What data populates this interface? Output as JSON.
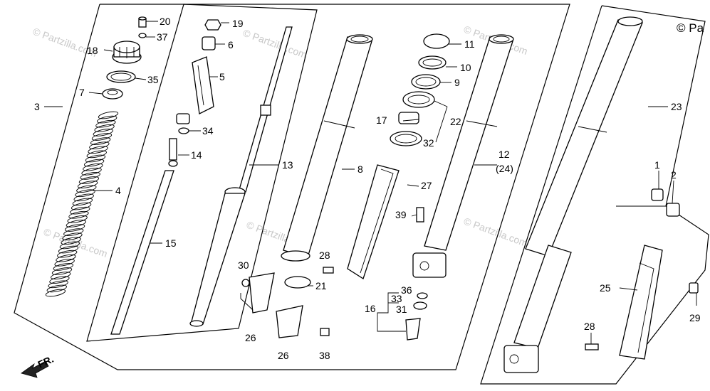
{
  "diagram": {
    "callouts": {
      "c1": "1",
      "c2": "2",
      "c3": "3",
      "c4": "4",
      "c5": "5",
      "c6": "6",
      "c7": "7",
      "c8": "8",
      "c9": "9",
      "c10": "10",
      "c11": "11",
      "c12": "12",
      "c12b": "(24)",
      "c13": "13",
      "c14": "14",
      "c15": "15",
      "c16": "16",
      "c17": "17",
      "c18": "18",
      "c19": "19",
      "c20": "20",
      "c21": "21",
      "c22": "22",
      "c23": "23",
      "c25": "25",
      "c26a": "26",
      "c26b": "26",
      "c27": "27",
      "c28a": "28",
      "c28b": "28",
      "c29": "29",
      "c30": "30",
      "c31": "31",
      "c32": "32",
      "c33": "33",
      "c34": "34",
      "c35": "35",
      "c36": "36",
      "c37": "37",
      "c38": "38",
      "c39": "39"
    },
    "direction_label": "FR.",
    "watermark": "© Partzilla.com",
    "copyright": "© Pa"
  },
  "colors": {
    "line": "#000000",
    "watermark": "#c8c8c8",
    "background": "#ffffff"
  }
}
